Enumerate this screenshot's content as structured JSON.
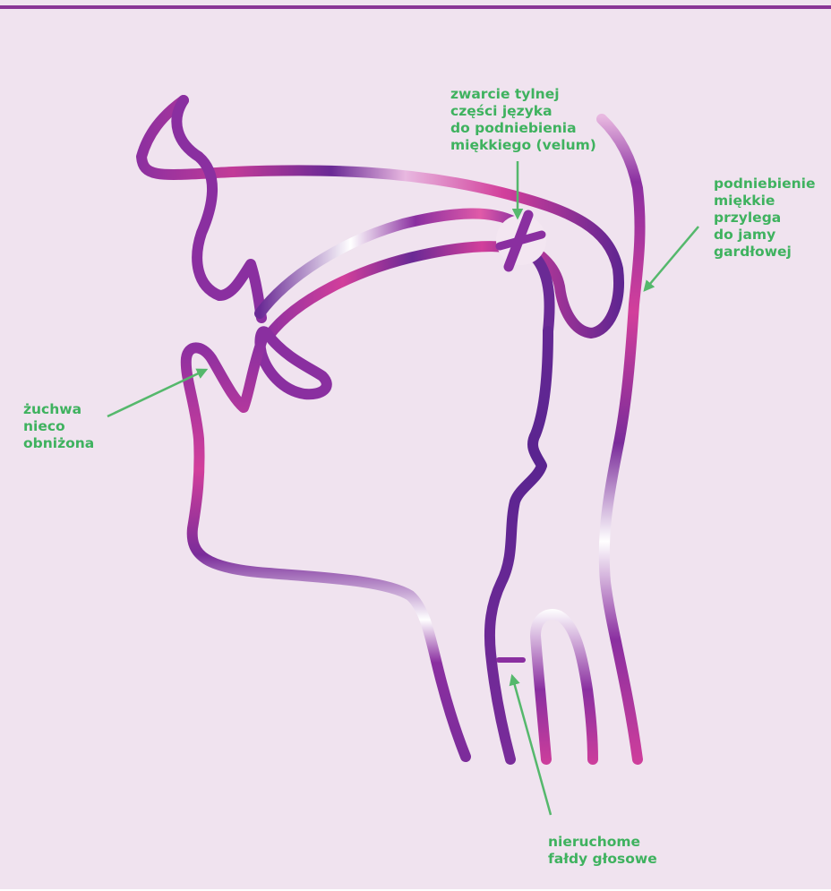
{
  "colors": {
    "background": "#f0e3ef",
    "top_rule": "#8a3596",
    "stroke_dark": "#5a2490",
    "stroke_mid": "#8a2fa0",
    "stroke_pink": "#d23f9b",
    "stroke_light": "#ffffff",
    "label_green": "#3fb25f",
    "arrow_green": "#55b86c"
  },
  "labels": {
    "velum_contact": [
      "zwarcie tylnej",
      "części języka",
      "do podniebienia",
      "miękkiego (velum)"
    ],
    "soft_palate": [
      "podniebienie",
      "miękkie",
      "przylega",
      "do jamy",
      "gardłowej"
    ],
    "jaw": [
      "żuchwa",
      "nieco",
      "obniżona"
    ],
    "vocal_folds": [
      "nieruchome",
      "fałdy głosowe"
    ]
  }
}
